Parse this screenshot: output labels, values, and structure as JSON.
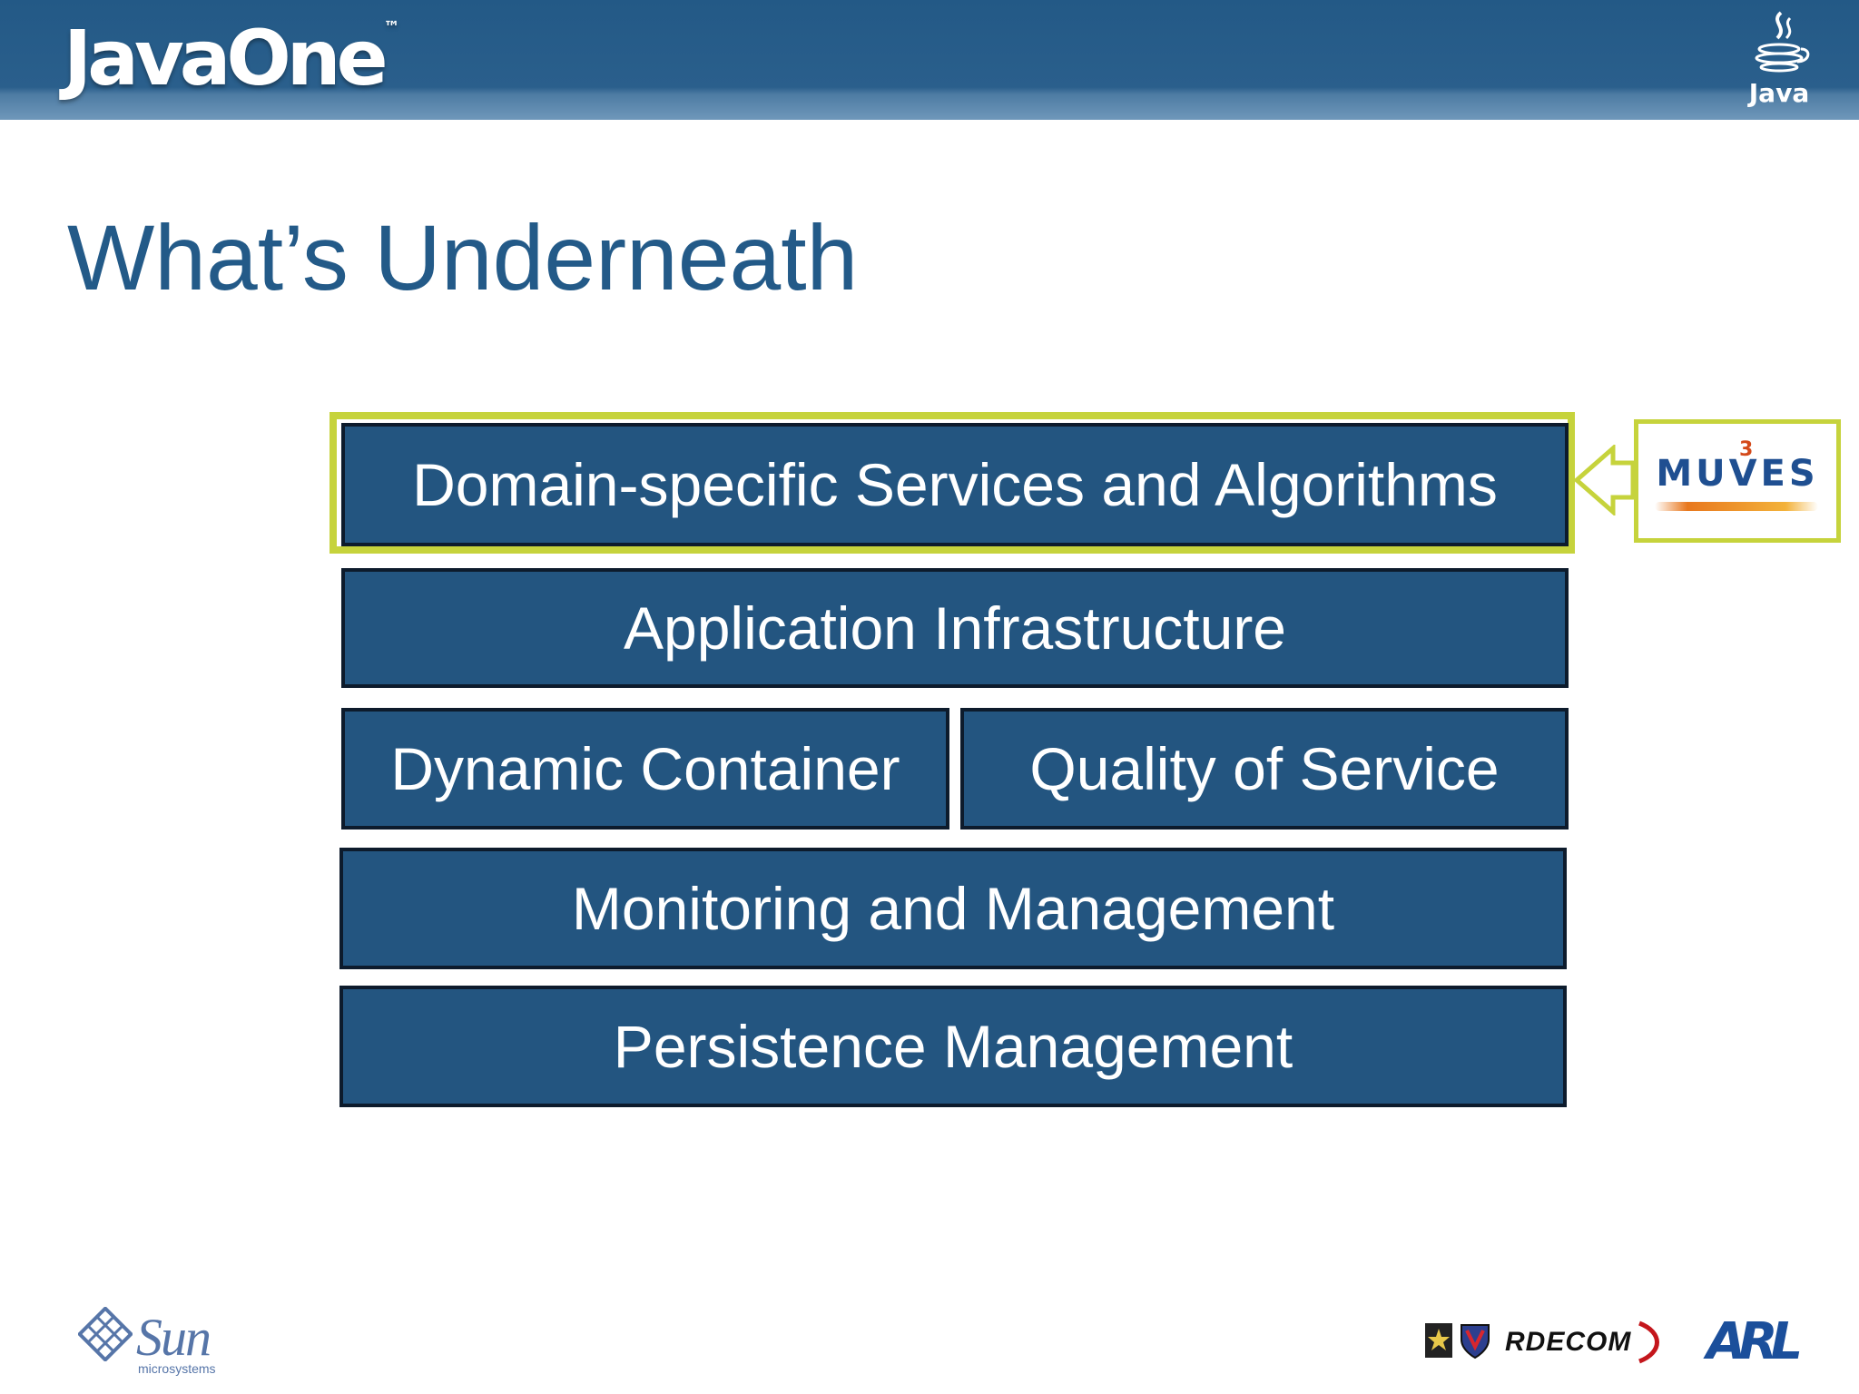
{
  "header": {
    "brand": "JavaOne",
    "brand_tm": "™",
    "java_label": "Java"
  },
  "slide": {
    "title": "What’s Underneath"
  },
  "layers": {
    "domain": "Domain-specific Services and Algorithms",
    "application": "Application Infrastructure",
    "dynamic_container": "Dynamic Container",
    "quality_of_service": "Quality of Service",
    "monitoring": "Monitoring and Management",
    "persistence": "Persistence Management"
  },
  "callout": {
    "logo_text": "MUVES",
    "logo_superscript": "3"
  },
  "footer": {
    "sun_brand": "Sun",
    "sun_sub": "microsystems",
    "sponsor_rdecom": "RDECOM",
    "sponsor_arl": "ARL"
  },
  "colors": {
    "header_blue": "#235986",
    "title_blue": "#235a88",
    "box_blue": "#235580",
    "highlight_green": "#c6d33c"
  }
}
